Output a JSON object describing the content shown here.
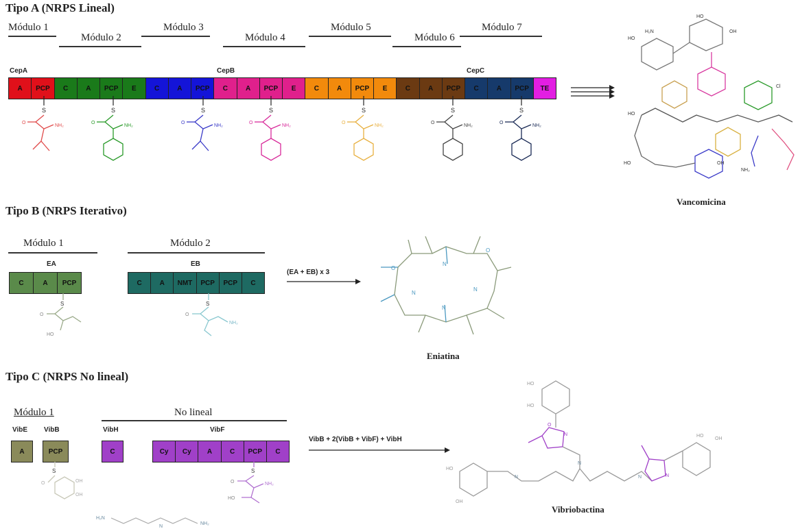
{
  "type_a": {
    "title": "Tipo A (NRPS Lineal)",
    "modules": [
      "Módulo 1",
      "Módulo 2",
      "Módulo 3",
      "Módulo 4",
      "Módulo 5",
      "Módulo 6",
      "Módulo 7"
    ],
    "enzymes": [
      "CepA",
      "CepB",
      "CepC"
    ],
    "domains": [
      {
        "label": "A",
        "color": "#e0101a"
      },
      {
        "label": "PCP",
        "color": "#e0101a"
      },
      {
        "label": "C",
        "color": "#1a7a1a"
      },
      {
        "label": "A",
        "color": "#1a7a1a"
      },
      {
        "label": "PCP",
        "color": "#1a7a1a"
      },
      {
        "label": "E",
        "color": "#1a7a1a"
      },
      {
        "label": "C",
        "color": "#1414d8"
      },
      {
        "label": "A",
        "color": "#1414d8"
      },
      {
        "label": "PCP",
        "color": "#1414d8"
      },
      {
        "label": "C",
        "color": "#e0208c"
      },
      {
        "label": "A",
        "color": "#e0208c"
      },
      {
        "label": "PCP",
        "color": "#e0208c"
      },
      {
        "label": "E",
        "color": "#e0208c"
      },
      {
        "label": "C",
        "color": "#f28a0c"
      },
      {
        "label": "A",
        "color": "#f28a0c"
      },
      {
        "label": "PCP",
        "color": "#f28a0c"
      },
      {
        "label": "E",
        "color": "#f28a0c"
      },
      {
        "label": "C",
        "color": "#6b3a12"
      },
      {
        "label": "A",
        "color": "#6b3a12"
      },
      {
        "label": "PCP",
        "color": "#6b3a12"
      },
      {
        "label": "C",
        "color": "#163a6b"
      },
      {
        "label": "A",
        "color": "#163a6b"
      },
      {
        "label": "PCP",
        "color": "#163a6b"
      },
      {
        "label": "TE",
        "color": "#e21ee2"
      }
    ],
    "residue_colors": [
      "#e04a4a",
      "#2a9a2a",
      "#3a3ac8",
      "#d82a9a",
      "#e8b040",
      "#444444",
      "#1a2a55"
    ],
    "product": "Vancomicina"
  },
  "type_b": {
    "title": "Tipo B (NRPS Iterativo)",
    "modules": [
      "Módulo 1",
      "Módulo 2"
    ],
    "enzymes": [
      "EA",
      "EB"
    ],
    "ea_domains": [
      "C",
      "A",
      "PCP"
    ],
    "eb_domains": [
      "C",
      "A",
      "NMT",
      "PCP",
      "PCP",
      "C"
    ],
    "ea_color": "#5a8a4a",
    "eb_color": "#1e6a62",
    "formula": "(EA + EB) x 3",
    "product": "Eniatina"
  },
  "type_c": {
    "title": "Tipo C (NRPS No lineal)",
    "module1": "Módulo 1",
    "nonlinear": "No lineal",
    "enzymes": [
      "VibE",
      "VibB",
      "VibH",
      "VibF"
    ],
    "vibe_domains": [
      "A"
    ],
    "vibb_domains": [
      "PCP"
    ],
    "vibh_domains": [
      "C"
    ],
    "vibf_domains": [
      "Cy",
      "Cy",
      "A",
      "C",
      "PCP",
      "C"
    ],
    "vibe_color": "#8a8a5a",
    "vibb_color": "#8a8a5a",
    "vib_purple": "#a040c8",
    "formula": "VibB + 2(VibB + VibF) + VibH",
    "product": "Vibriobactina"
  }
}
